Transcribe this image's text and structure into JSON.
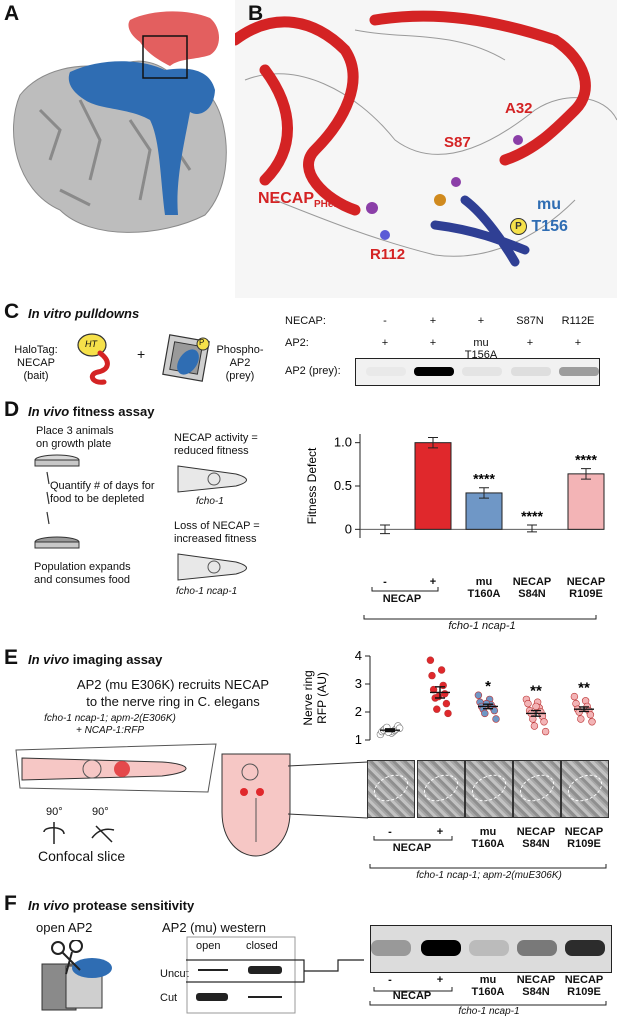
{
  "panels": {
    "A": {
      "label": "A"
    },
    "B": {
      "label": "B",
      "residues": [
        "A32",
        "S87",
        "R112"
      ],
      "necap_main": "NECAP",
      "necap_sub": "PHear",
      "mu_label": "mu",
      "p_symbol": "P",
      "t156": "T156"
    },
    "C": {
      "label": "C",
      "title": "In vitro pulldowns",
      "bait_text": "HaloTag:\nNECAP\n(bait)",
      "ht_tag": "HT",
      "plus": "+",
      "p_symbol": "P",
      "prey_text": "Phospho-\nAP2\n(prey)",
      "row_necap": "NECAP:",
      "row_ap2": "AP2:",
      "row_prey": "AP2 (prey):",
      "necap_vals": [
        "-",
        "+",
        "+",
        "S87N",
        "R112E"
      ],
      "ap2_vals": [
        "+",
        "+",
        "mu\nT156A",
        "+",
        "+"
      ],
      "band_intensity": [
        0.0,
        1.0,
        0.05,
        0.08,
        0.35
      ]
    },
    "D": {
      "label": "D",
      "title": "In vivo",
      "title_rest": " fitness assay",
      "steps": [
        "Place 3 animals\non growth plate",
        "Quantify # of days for\nfood to be depleted",
        "Population expands\nand consumes food"
      ],
      "activity_text": "NECAP activity =\nreduced fitness",
      "worm1": "fcho-1",
      "loss_text": "Loss of NECAP =\nincreased fitness",
      "worm2": "fcho-1 ncap-1",
      "group_label": "NECAP",
      "bottom_label": "fcho-1 ncap-1"
    },
    "E": {
      "label": "E",
      "title": "In vivo",
      "title_rest": " imaging assay",
      "heading": "AP2 (mu E306K) recruits NECAP\nto the nerve ring in C. elegans",
      "genotype": "fcho-1 ncap-1; apm-2(E306K)\n+ NCAP-1:RFP",
      "angle1": "90°",
      "angle2": "90°",
      "slice": "Confocal slice",
      "group_label": "NECAP",
      "bottom_label": "fcho-1 ncap-1; apm-2(muE306K)"
    },
    "F": {
      "label": "F",
      "title": "In vivo",
      "title_rest": " protease sensitivity",
      "open_ap2": "open AP2",
      "western_title": "AP2 (mu) western",
      "open": "open",
      "closed": "closed",
      "uncut": "Uncut",
      "cut": "Cut",
      "group_label": "NECAP",
      "bottom_label": "fcho-1 ncap-1",
      "band_intensity": [
        0.3,
        1.0,
        0.15,
        0.45,
        0.8
      ]
    }
  },
  "conditions": [
    "-",
    "+",
    "mu\nT160A",
    "NECAP\nS84N",
    "NECAP\nR109E"
  ],
  "colors": {
    "necap_red": "#e0282c",
    "mu_blue": "#2f6db3",
    "light_blue": "#6f97c6",
    "pink": "#f3b4b6",
    "gray": "#b0b0b0"
  },
  "chart_data": [
    {
      "type": "bar",
      "ylabel": "Fitness Defect",
      "ylim": [
        -0.1,
        1.1
      ],
      "yticks": [
        0,
        0.5,
        1.0
      ],
      "ytick_labels": [
        "0",
        "0.5",
        "1.0"
      ],
      "categories": [
        "-",
        "+",
        "mu T160A",
        "NECAP S84N",
        "NECAP R109E"
      ],
      "values": [
        0.0,
        1.0,
        0.42,
        0.01,
        0.64
      ],
      "errors": [
        0.05,
        0.06,
        0.06,
        0.04,
        0.06
      ],
      "significance": [
        "",
        "",
        "****",
        "****",
        "****"
      ],
      "colors": [
        "#ffffff",
        "#e0282c",
        "#6f97c6",
        "#ffffff",
        "#f3b4b6"
      ]
    },
    {
      "type": "scatter",
      "ylabel": "Nerve ring\nRFP (AU)",
      "ylim": [
        1,
        4
      ],
      "yticks": [
        1,
        2,
        3,
        4
      ],
      "ytick_labels": [
        "1",
        "2",
        "3",
        "4"
      ],
      "categories": [
        "-",
        "+",
        "mu T160A",
        "NECAP S84N",
        "NECAP R109E"
      ],
      "means": [
        1.35,
        2.7,
        2.2,
        1.95,
        2.1
      ],
      "sem": [
        0.05,
        0.2,
        0.08,
        0.1,
        0.08
      ],
      "significance": [
        "",
        "",
        "*",
        "**",
        "**"
      ],
      "colors": [
        "#ffffff",
        "#e0282c",
        "#6f97c6",
        "#f3b4b6",
        "#f3b4b6"
      ],
      "points": [
        [
          1.2,
          1.25,
          1.3,
          1.3,
          1.35,
          1.35,
          1.4,
          1.4,
          1.45,
          1.5,
          1.28,
          1.42
        ],
        [
          3.85,
          3.5,
          3.3,
          2.95,
          2.8,
          2.65,
          2.5,
          2.3,
          2.1,
          1.95,
          2.55
        ],
        [
          2.6,
          2.45,
          2.35,
          2.25,
          2.2,
          2.15,
          2.1,
          2.05,
          1.95,
          1.75,
          2.3
        ],
        [
          2.45,
          2.35,
          2.3,
          2.15,
          2.05,
          2.0,
          1.95,
          1.85,
          1.75,
          1.65,
          1.5,
          1.3,
          2.2
        ],
        [
          2.55,
          2.4,
          2.3,
          2.2,
          2.1,
          2.05,
          2.0,
          1.9,
          1.75,
          1.65
        ]
      ]
    }
  ]
}
